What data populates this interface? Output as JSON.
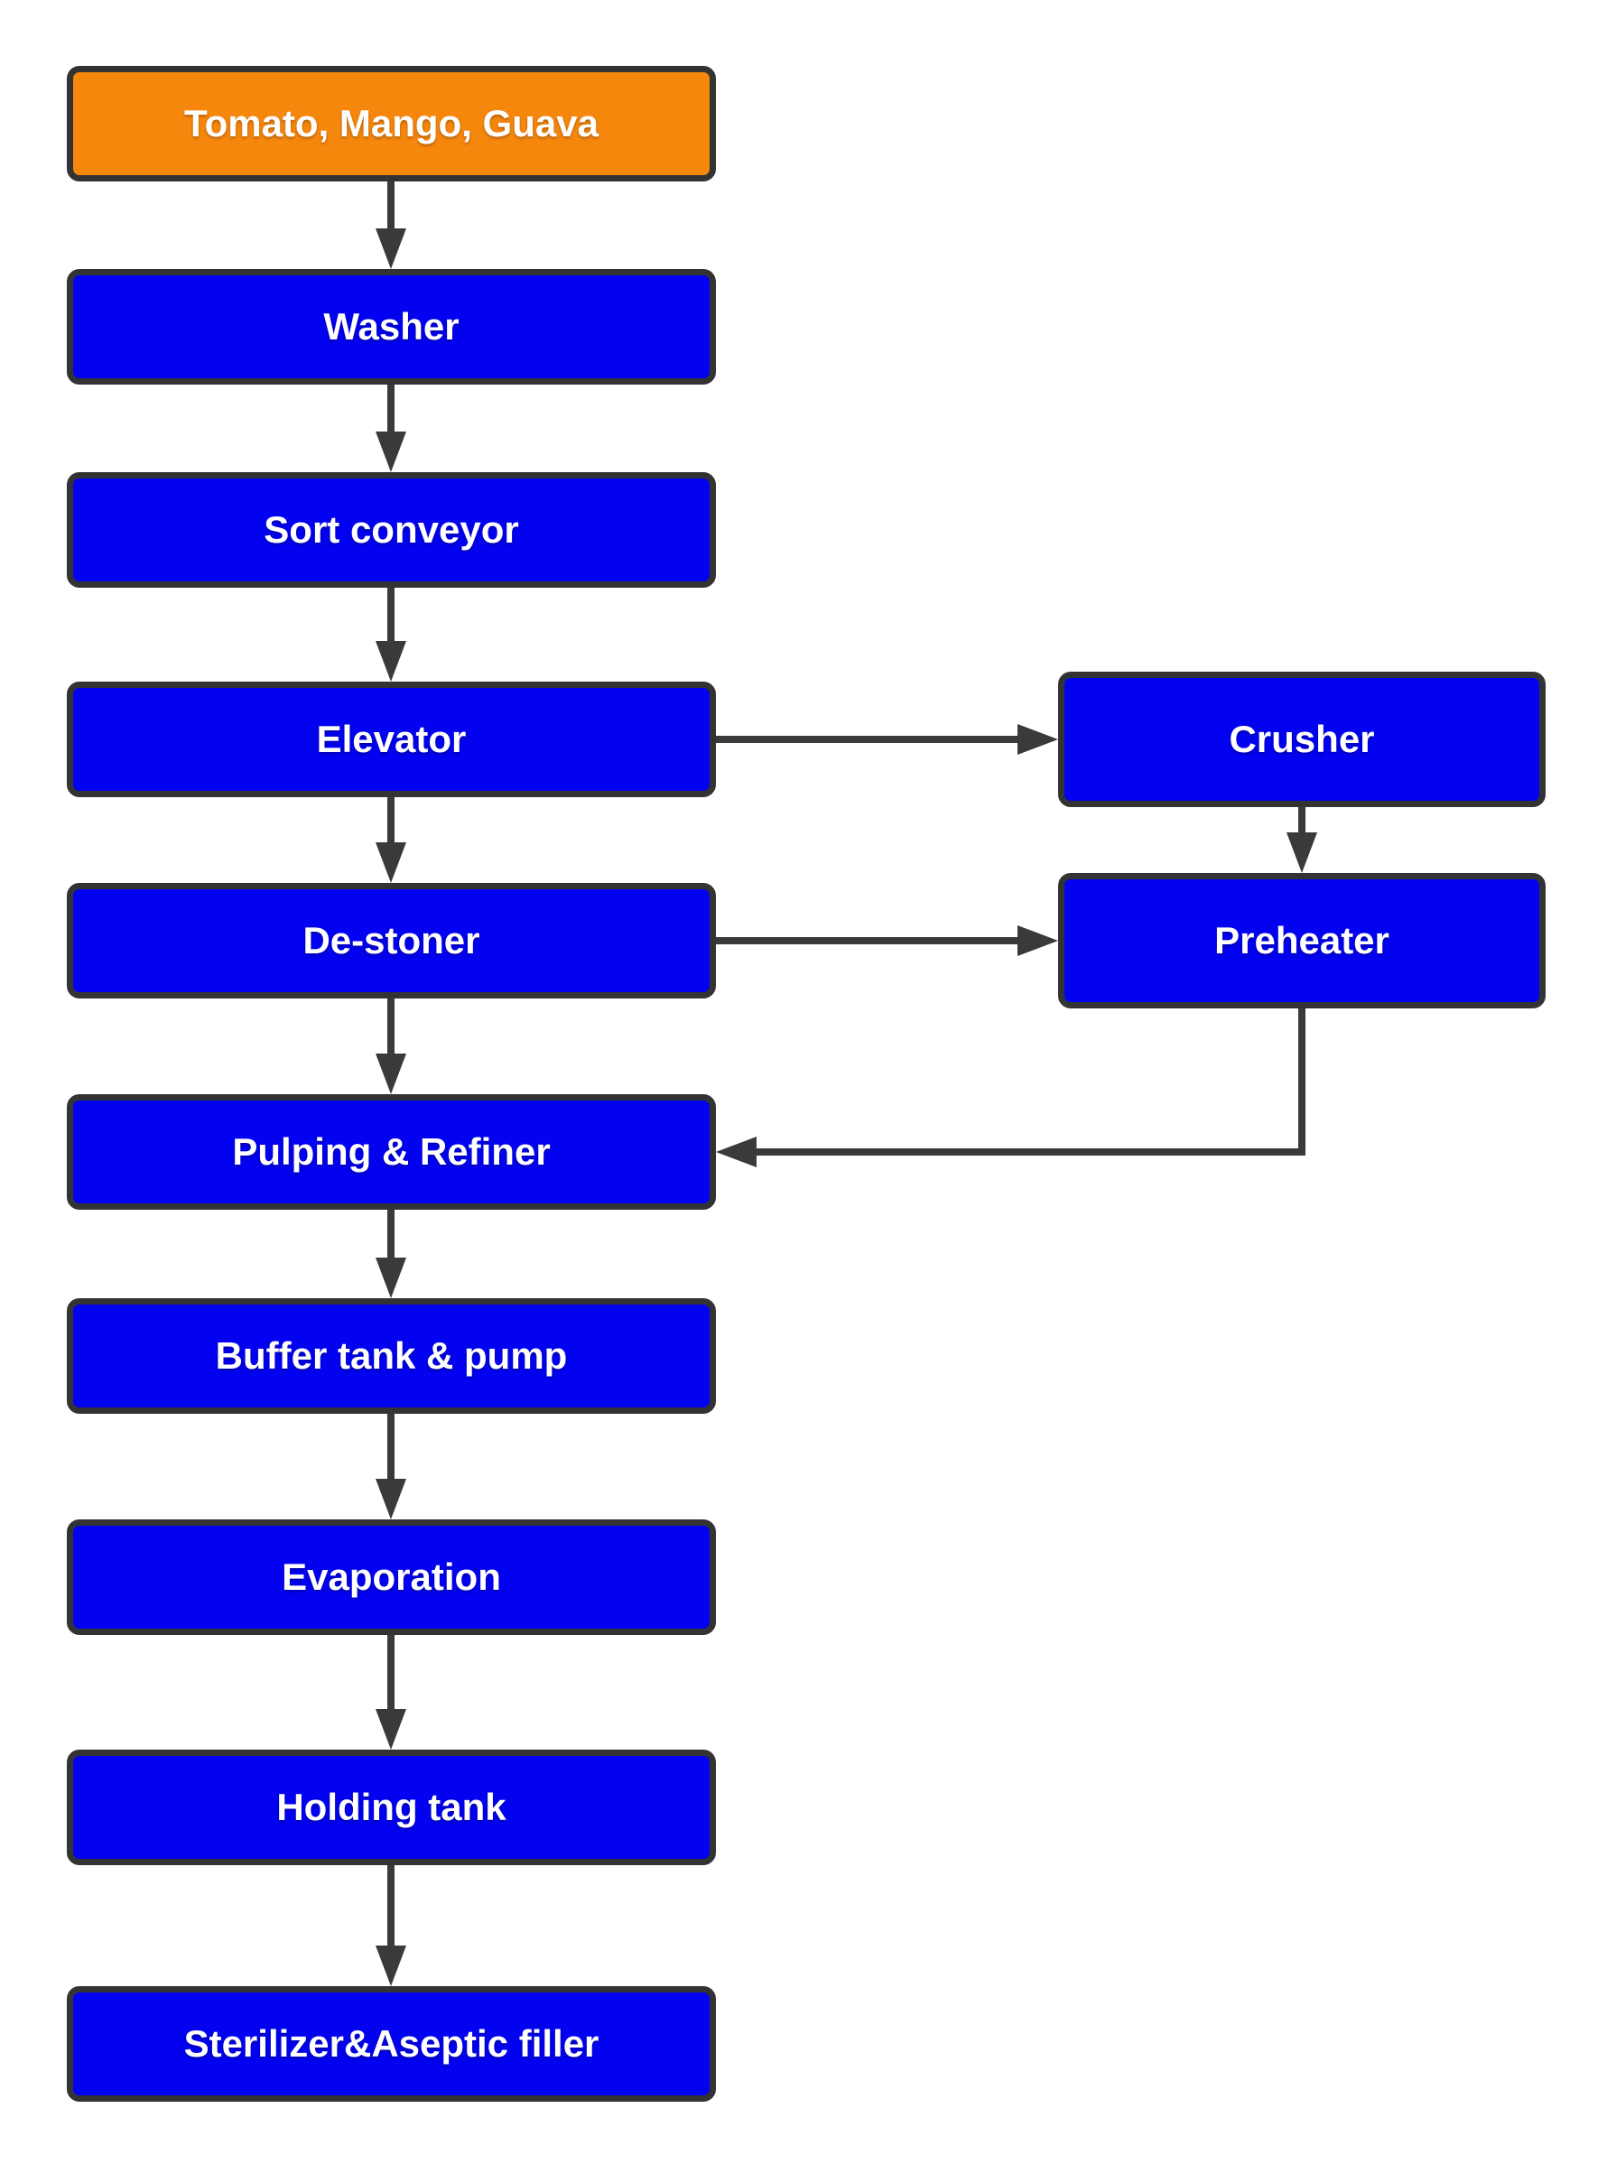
{
  "colors": {
    "source_fill": "#F6870D",
    "process_fill": "#0202F0",
    "node_border": "#333333",
    "arrow": "#3A3A3A",
    "label_text": "#FFFFFF",
    "background": "#FFFFFF"
  },
  "nodes": {
    "source": {
      "label": "Tomato, Mango, Guava",
      "type": "input"
    },
    "washer": {
      "label": "Washer",
      "type": "process"
    },
    "sort_conveyor": {
      "label": "Sort conveyor",
      "type": "process"
    },
    "elevator": {
      "label": "Elevator",
      "type": "process"
    },
    "destoner": {
      "label": "De-stoner",
      "type": "process"
    },
    "crusher": {
      "label": "Crusher",
      "type": "process"
    },
    "preheater": {
      "label": "Preheater",
      "type": "process"
    },
    "pulping_refiner": {
      "label": "Pulping & Refiner",
      "type": "process"
    },
    "buffer_tank_pump": {
      "label": "Buffer tank & pump",
      "type": "process"
    },
    "evaporation": {
      "label": "Evaporation",
      "type": "process"
    },
    "holding_tank": {
      "label": "Holding tank",
      "type": "process"
    },
    "sterilizer_aseptic_filler": {
      "label": "Sterilizer&Aseptic filler",
      "type": "process"
    }
  },
  "edges": [
    {
      "from": "source",
      "to": "washer"
    },
    {
      "from": "washer",
      "to": "sort_conveyor"
    },
    {
      "from": "sort_conveyor",
      "to": "elevator"
    },
    {
      "from": "elevator",
      "to": "destoner"
    },
    {
      "from": "elevator",
      "to": "crusher"
    },
    {
      "from": "crusher",
      "to": "preheater"
    },
    {
      "from": "destoner",
      "to": "preheater"
    },
    {
      "from": "destoner",
      "to": "pulping_refiner"
    },
    {
      "from": "preheater",
      "to": "pulping_refiner"
    },
    {
      "from": "pulping_refiner",
      "to": "buffer_tank_pump"
    },
    {
      "from": "buffer_tank_pump",
      "to": "evaporation"
    },
    {
      "from": "evaporation",
      "to": "holding_tank"
    },
    {
      "from": "holding_tank",
      "to": "sterilizer_aseptic_filler"
    }
  ]
}
